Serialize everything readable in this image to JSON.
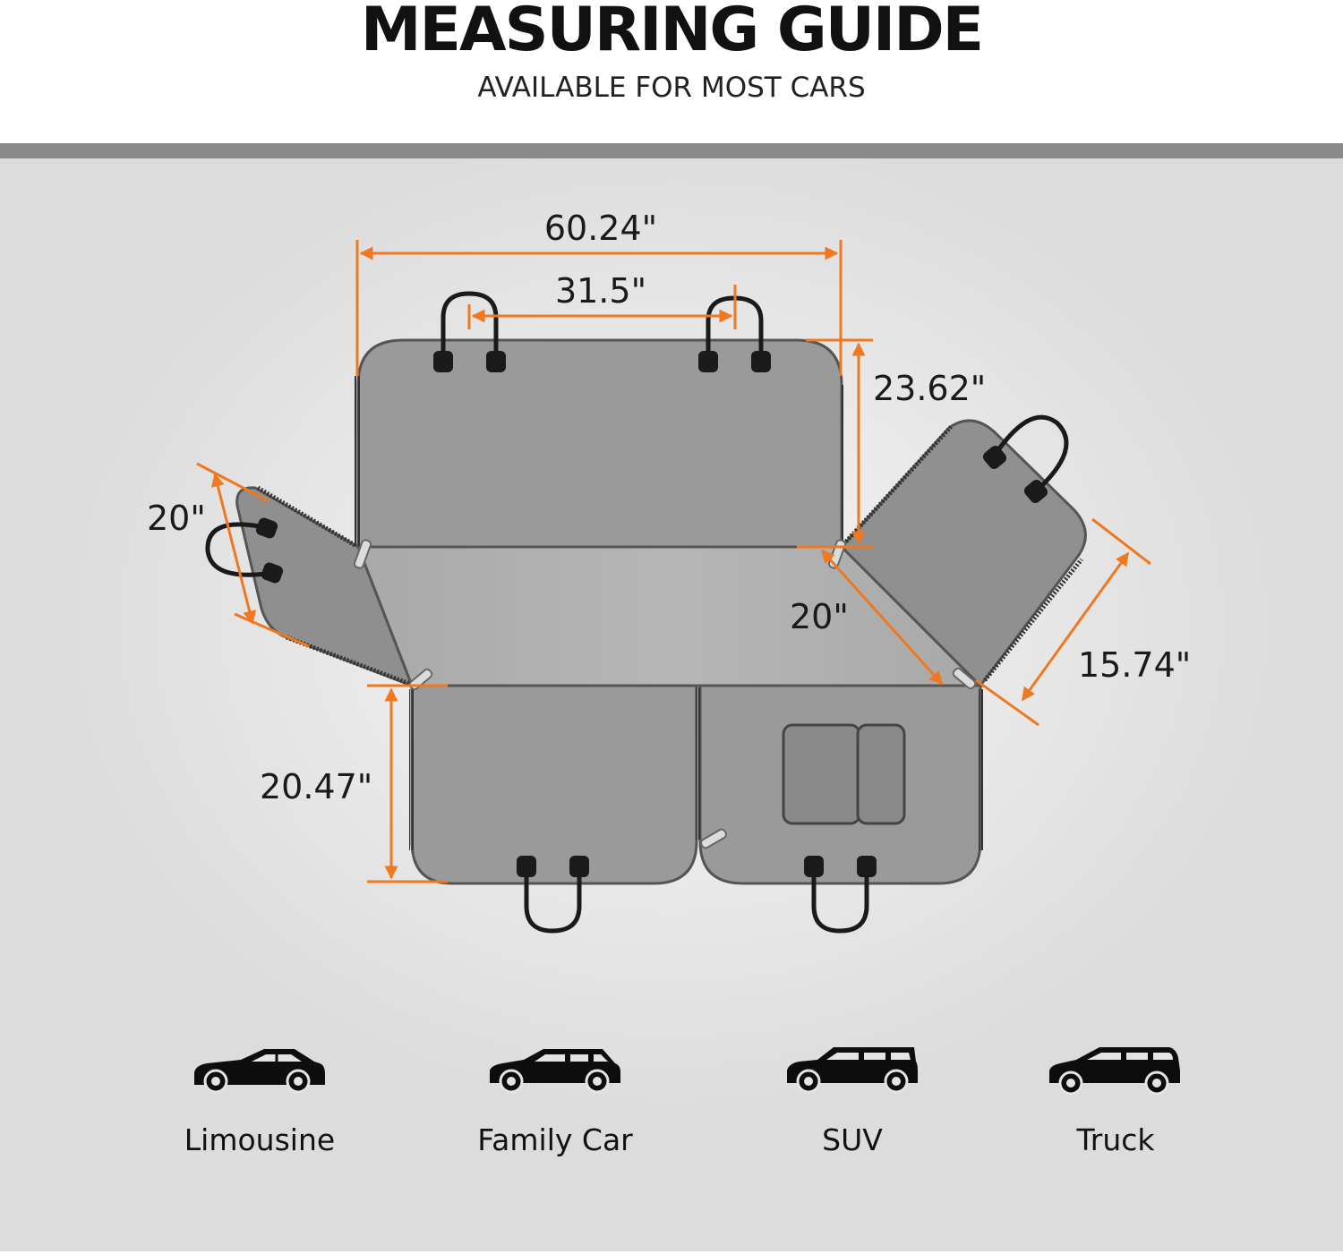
{
  "header": {
    "title": "MEASURING GUIDE",
    "subtitle": "AVAILABLE FOR MOST CARS"
  },
  "dimensions": {
    "total_width": "60.24\"",
    "hook_spacing": "31.5\"",
    "backrest_height": "23.62\"",
    "left_flap_width": "20\"",
    "right_flap_width": "20\"",
    "right_flap_height": "15.74\"",
    "bottom_height": "20.47\""
  },
  "colors": {
    "dimension_line": "#f07820",
    "cover_fill": "#9a9a9a",
    "cover_stroke": "#555555",
    "strap": "#1a1a1a"
  },
  "vehicles": [
    {
      "label": "Limousine",
      "icon": "sedan-car-icon"
    },
    {
      "label": "Family Car",
      "icon": "hatchback-car-icon"
    },
    {
      "label": "SUV",
      "icon": "suv-car-icon"
    },
    {
      "label": "Truck",
      "icon": "minivan-car-icon"
    }
  ]
}
